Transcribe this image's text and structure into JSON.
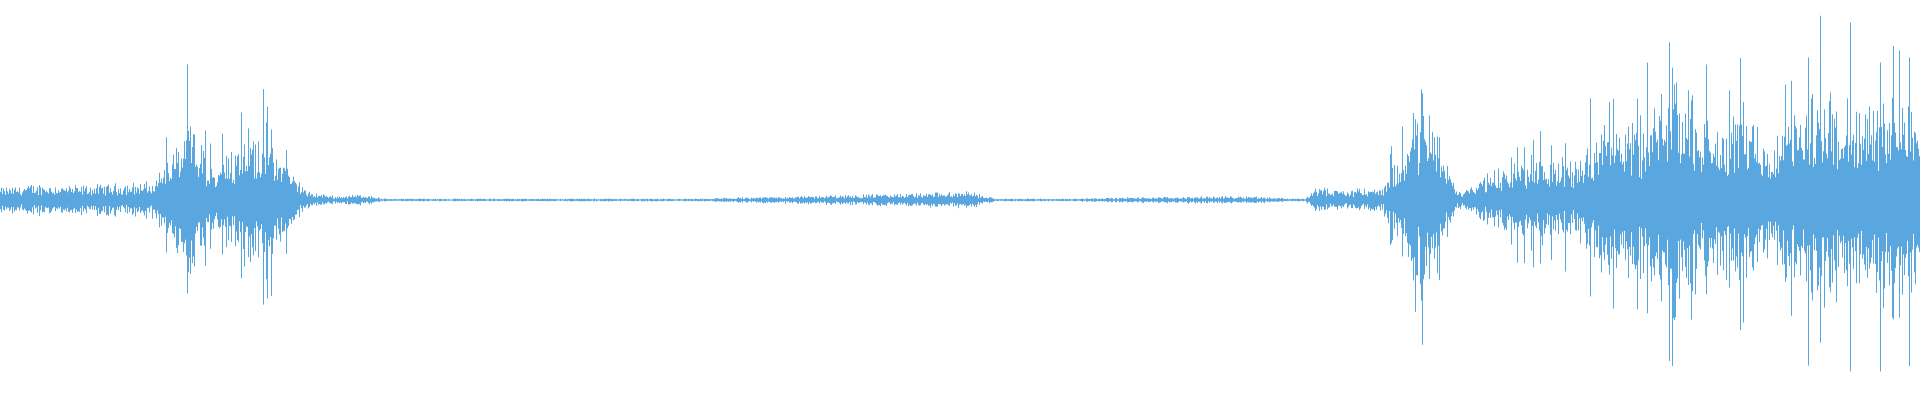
{
  "waveform": {
    "color": "#5aa6df",
    "background": "#ffffff",
    "channels": 1,
    "samples": 1920,
    "amplitude_envelope": [
      {
        "t": 0.0,
        "amp": 0.06
      },
      {
        "t": 0.02,
        "amp": 0.08
      },
      {
        "t": 0.04,
        "amp": 0.07
      },
      {
        "t": 0.06,
        "amp": 0.08
      },
      {
        "t": 0.08,
        "amp": 0.09
      },
      {
        "t": 0.1,
        "amp": 0.38
      },
      {
        "t": 0.11,
        "amp": 0.15
      },
      {
        "t": 0.12,
        "amp": 0.28
      },
      {
        "t": 0.133,
        "amp": 0.36
      },
      {
        "t": 0.145,
        "amp": 0.25
      },
      {
        "t": 0.16,
        "amp": 0.04
      },
      {
        "t": 0.175,
        "amp": 0.02
      },
      {
        "t": 0.19,
        "amp": 0.03
      },
      {
        "t": 0.2,
        "amp": 0.005
      },
      {
        "t": 0.275,
        "amp": 0.008
      },
      {
        "t": 0.35,
        "amp": 0.005
      },
      {
        "t": 0.505,
        "amp": 0.04
      },
      {
        "t": 0.52,
        "amp": 0.005
      },
      {
        "t": 0.65,
        "amp": 0.02
      },
      {
        "t": 0.68,
        "amp": 0.005
      },
      {
        "t": 0.685,
        "amp": 0.06
      },
      {
        "t": 0.7,
        "amp": 0.05
      },
      {
        "t": 0.72,
        "amp": 0.06
      },
      {
        "t": 0.743,
        "amp": 0.45
      },
      {
        "t": 0.76,
        "amp": 0.04
      },
      {
        "t": 0.78,
        "amp": 0.15
      },
      {
        "t": 0.8,
        "amp": 0.22
      },
      {
        "t": 0.82,
        "amp": 0.18
      },
      {
        "t": 0.84,
        "amp": 0.48
      },
      {
        "t": 0.855,
        "amp": 0.32
      },
      {
        "t": 0.873,
        "amp": 0.62
      },
      {
        "t": 0.89,
        "amp": 0.35
      },
      {
        "t": 0.907,
        "amp": 0.4
      },
      {
        "t": 0.922,
        "amp": 0.28
      },
      {
        "t": 0.94,
        "amp": 0.47
      },
      {
        "t": 0.955,
        "amp": 0.55
      },
      {
        "t": 0.972,
        "amp": 0.42
      },
      {
        "t": 0.99,
        "amp": 0.6
      },
      {
        "t": 1.0,
        "amp": 0.5
      }
    ]
  }
}
